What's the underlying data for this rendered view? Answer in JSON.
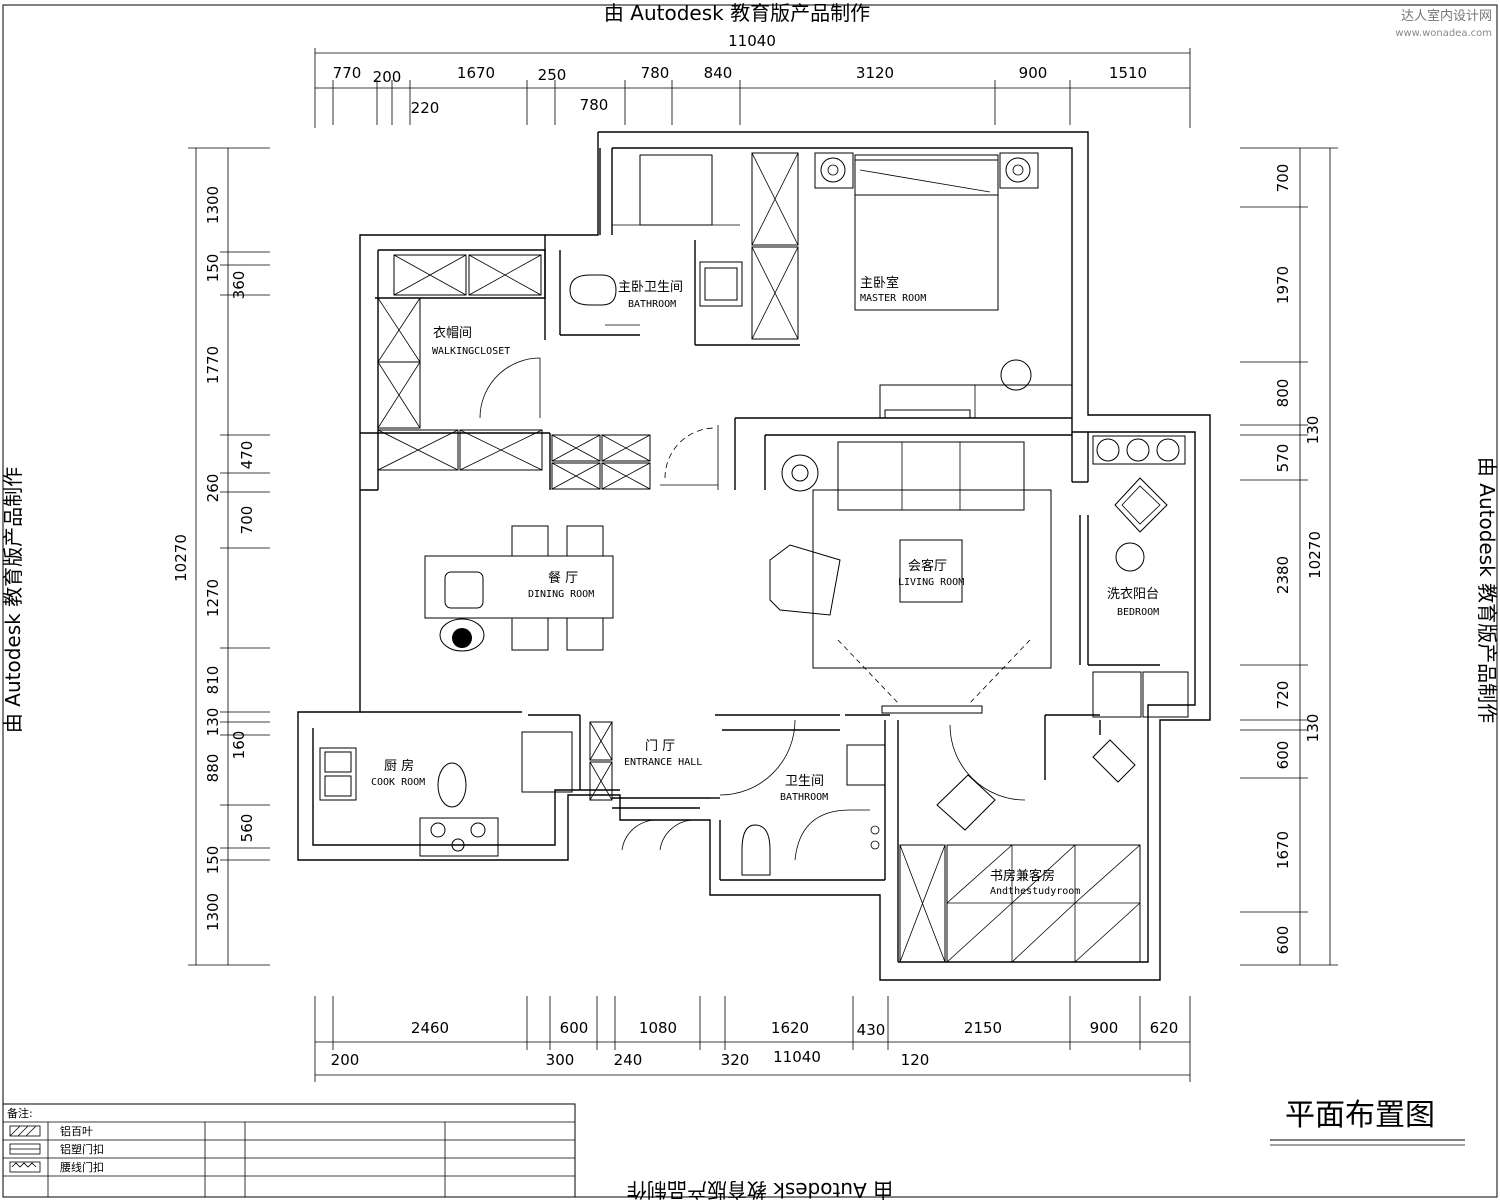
{
  "watermark": {
    "top": "由 Autodesk 教育版产品制作",
    "bottom": "由 Autodesk 教育版产品制作",
    "left": "由 Autodesk 教育版产品制作",
    "right": "由 Autodesk 教育版产品制作"
  },
  "brand": {
    "name": "达人室内设计网",
    "url": "www.wonadea.com"
  },
  "dimensions": {
    "top_total": "11040",
    "top_row1": [
      "770",
      "200",
      "1670",
      "250",
      "780",
      "840",
      "3120",
      "900",
      "1510"
    ],
    "top_row2": [
      "220",
      "780"
    ],
    "bottom_total": "11040",
    "bottom_row1": [
      "2460",
      "600",
      "1080",
      "1620",
      "430",
      "2150",
      "900",
      "620"
    ],
    "bottom_row2": [
      "200",
      "300",
      "240",
      "320",
      "120"
    ],
    "left_total": "10270",
    "left": [
      "1300",
      "150",
      "360",
      "1770",
      "470",
      "260",
      "700",
      "1270",
      "810",
      "130",
      "160",
      "880",
      "560",
      "150",
      "1300"
    ],
    "right_total": "10270",
    "right": [
      "700",
      "1970",
      "800",
      "130",
      "570",
      "2380",
      "720",
      "130",
      "600",
      "1670",
      "600"
    ]
  },
  "rooms": {
    "master_bath": {
      "cn": "主卧卫生间",
      "en": "BATHROOM"
    },
    "master": {
      "cn": "主卧室",
      "en": "MASTER ROOM"
    },
    "closet": {
      "cn": "衣帽间",
      "en": "WALKINGCLOSET"
    },
    "dining": {
      "cn": "餐 厅",
      "en": "DINING ROOM"
    },
    "living": {
      "cn": "会客厅",
      "en": "LIVING ROOM"
    },
    "balcony": {
      "cn": "洗衣阳台",
      "en": "BEDROOM"
    },
    "kitchen": {
      "cn": "厨 房",
      "en": "COOK ROOM"
    },
    "hall": {
      "cn": "门 厅",
      "en": "ENTRANCE HALL"
    },
    "bath": {
      "cn": "卫生间",
      "en": "BATHROOM"
    },
    "study": {
      "cn": "书房兼客房",
      "en": "Andthestudyroom"
    }
  },
  "drawing_title": "平面布置图",
  "notes": {
    "header": "备注:",
    "rows": [
      "铝百叶",
      "铝塑门扣",
      "腰线门扣"
    ]
  }
}
